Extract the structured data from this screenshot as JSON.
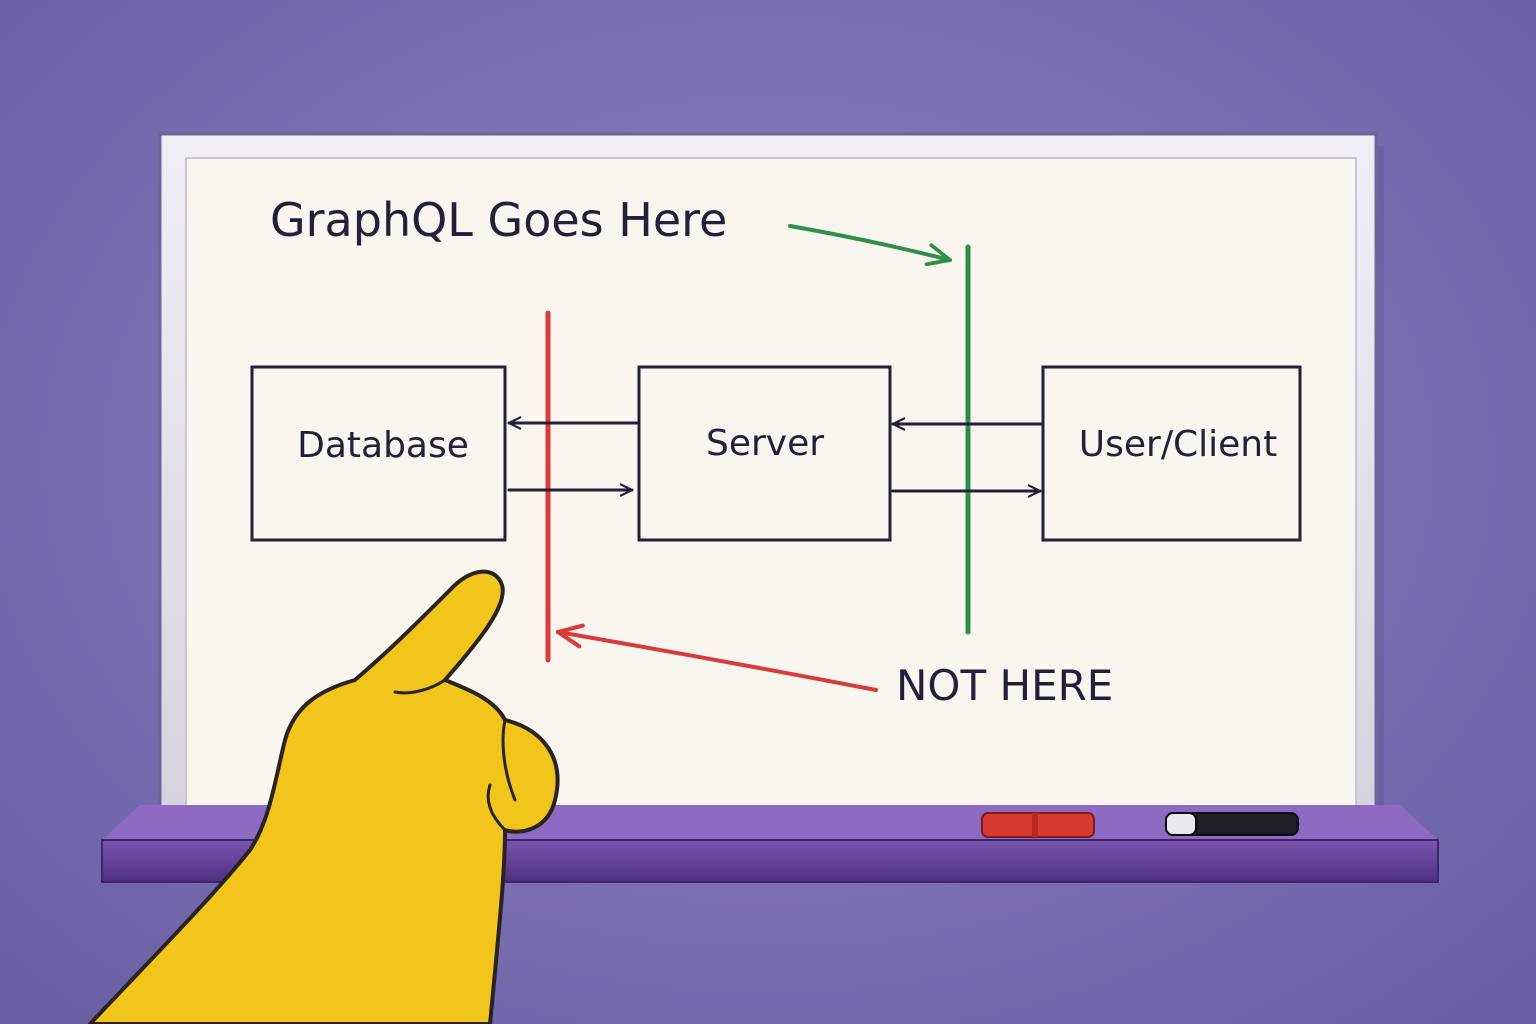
{
  "diagram": {
    "heading": "GraphQL Goes Here",
    "boxes": {
      "database": "Database",
      "server": "Server",
      "client": "User/Client"
    },
    "warning": "NOT HERE"
  },
  "colors": {
    "wall": "#7b6fb2",
    "board": "#f8f6ef",
    "frame": "#e4e1ea",
    "tray": "#5a3a8e",
    "ink_dark": "#23203a",
    "ink_green": "#2f8f4a",
    "ink_red": "#d93a3a",
    "hand": "#f2c51c",
    "marker_red": "#d63a30",
    "marker_black": "#1f1f2a"
  },
  "icons": [
    "pointing-hand",
    "red-marker",
    "black-marker"
  ]
}
